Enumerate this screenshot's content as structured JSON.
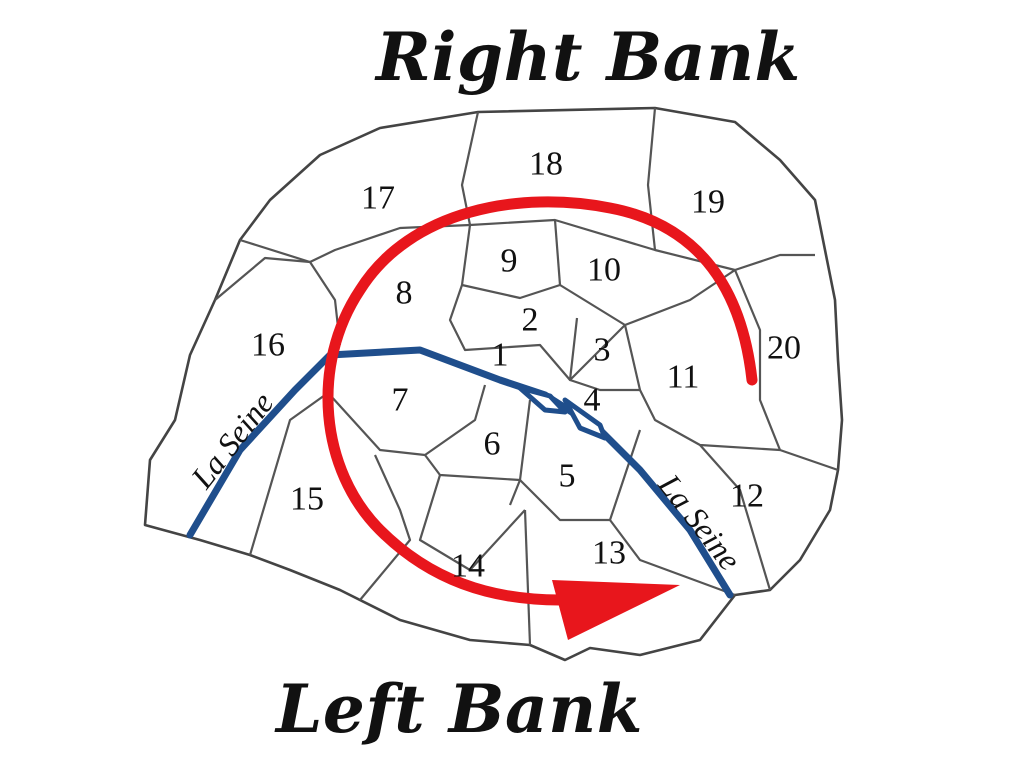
{
  "titles": {
    "right_bank": "Right Bank",
    "left_bank": "Left Bank"
  },
  "arrondissements": [
    "1",
    "2",
    "3",
    "4",
    "5",
    "6",
    "7",
    "8",
    "9",
    "10",
    "11",
    "12",
    "13",
    "14",
    "15",
    "16",
    "17",
    "18",
    "19",
    "20"
  ],
  "river": {
    "name_west": "La Seine",
    "name_east": "La Seine",
    "color": "#1f4e8c"
  },
  "spiral_arrow": {
    "color": "#e8161c"
  }
}
